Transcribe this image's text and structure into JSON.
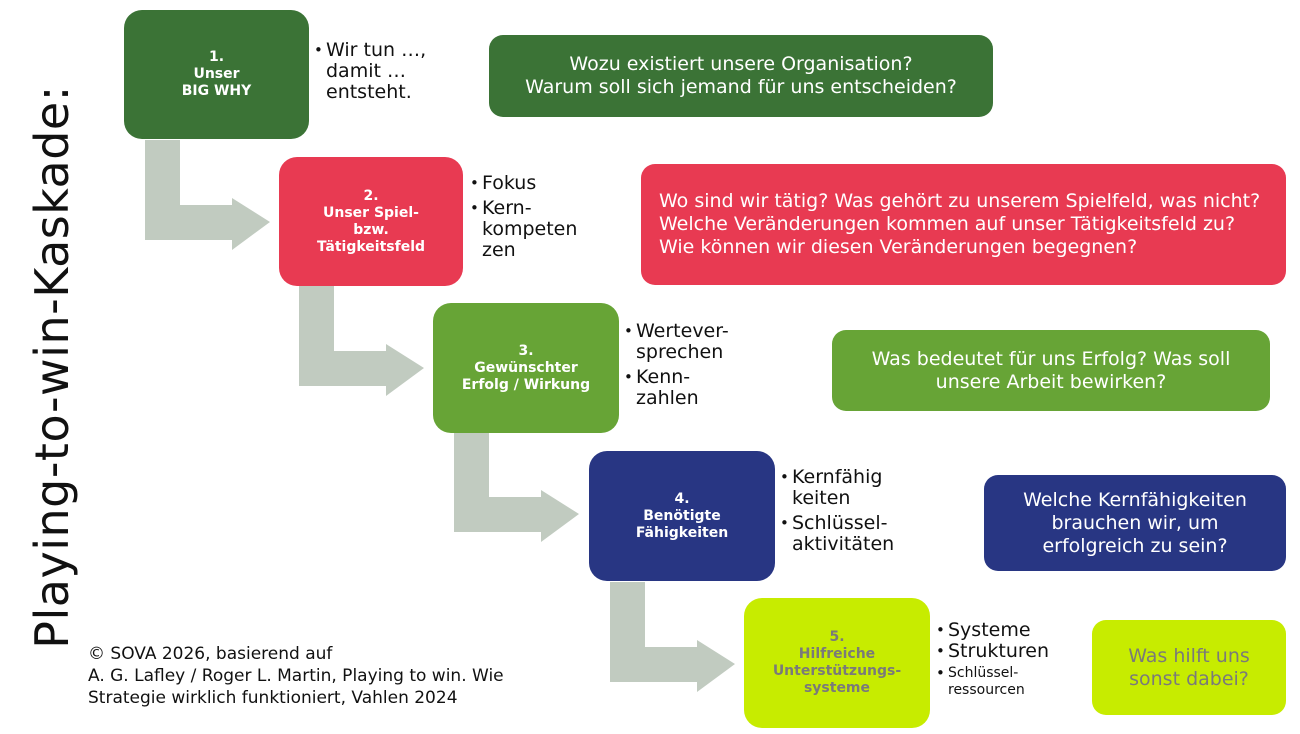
{
  "title": "Playing-to-win-Kaskade:",
  "colors": {
    "step1": "#3b7336",
    "step2": "#e83a52",
    "step3": "#67a436",
    "step4": "#283683",
    "step5": "#c7ec00",
    "step5_text": "#7a7a7a",
    "arrow": "#c1cbc0"
  },
  "steps": [
    {
      "label": "1.\nUnser\nBIG WHY",
      "bullets": [
        "Wir tun …,\ndamit …\nentsteht."
      ],
      "question": "Wozu existiert unsere Organisation?\nWarum soll sich jemand für uns entscheiden?"
    },
    {
      "label": "2.\nUnser Spiel-\nbzw.\nTätigkeitsfeld",
      "bullets": [
        "Fokus",
        "Kern-\nkompeten\nzen"
      ],
      "question": "Wo sind wir tätig? Was gehört zu unserem Spielfeld, was nicht?\nWelche Veränderungen kommen auf unser Tätigkeitsfeld zu? Wie können wir diesen Veränderungen begegnen?"
    },
    {
      "label": "3.\nGewünschter\nErfolg / Wirkung",
      "bullets": [
        "Wertever-\nsprechen",
        "Kenn-\nzahlen"
      ],
      "question": "Was bedeutet für uns Erfolg? Was soll\nunsere Arbeit bewirken?"
    },
    {
      "label": "4.\nBenötigte\nFähigkeiten",
      "bullets": [
        "Kernfähig\nkeiten",
        "Schlüssel-\naktivitäten"
      ],
      "question": "Welche Kernfähigkeiten\nbrauchen wir, um\nerfolgreich zu sein?"
    },
    {
      "label": "5.\nHilfreiche\nUnterstützungs-\nsysteme",
      "bullets": [
        "Systeme",
        "Strukturen",
        "Schlüssel-\nressourcen"
      ],
      "question": "Was hilft uns\nsonst dabei?"
    }
  ],
  "credit": "© SOVA 2026, basierend auf\nA. G. Lafley / Roger L. Martin, Playing to win. Wie\nStrategie wirklich funktioniert, Vahlen 2024"
}
